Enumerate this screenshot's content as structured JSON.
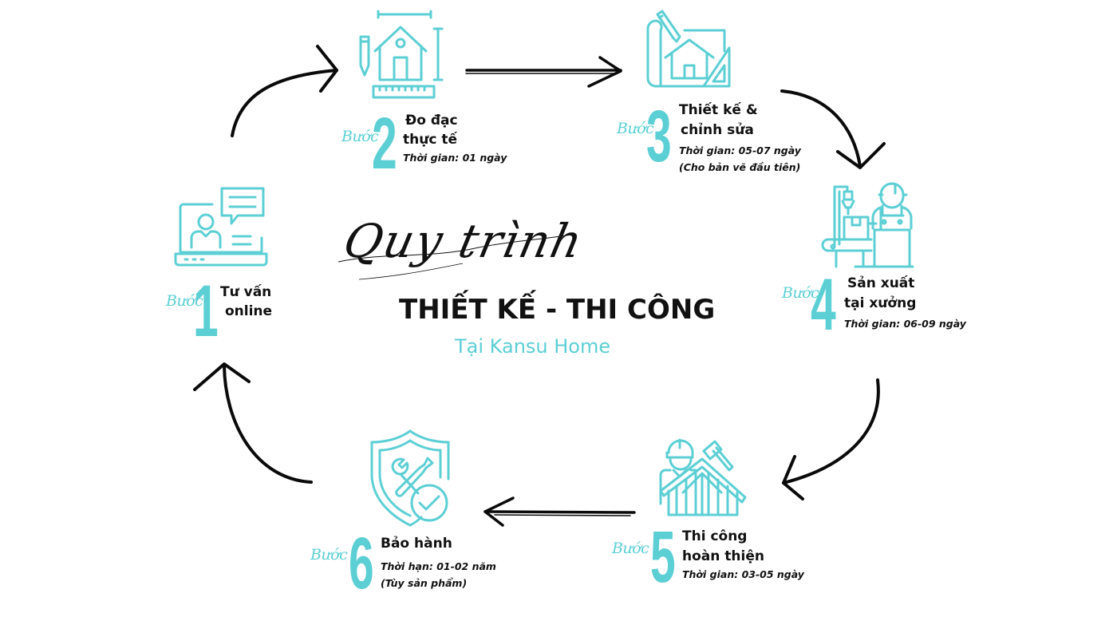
{
  "colors": {
    "accent": "#5ccfd4",
    "text": "#111111",
    "arrow": "#0a0a0a",
    "background": "#ffffff"
  },
  "center": {
    "script_title": "Quy trình",
    "main_title": "THIẾT KẾ - THI CÔNG",
    "subtitle": "Tại Kansu Home"
  },
  "steps": [
    {
      "prefix": "Bước",
      "number": "1",
      "title_lines": [
        "Tư vấn",
        "online"
      ],
      "notes": [],
      "icon": "online-consult-icon"
    },
    {
      "prefix": "Bước",
      "number": "2",
      "title_lines": [
        "Đo đạc",
        "thực tế"
      ],
      "notes": [
        "Thời gian: 01 ngày"
      ],
      "icon": "house-measure-icon"
    },
    {
      "prefix": "Bước",
      "number": "3",
      "title_lines": [
        "Thiết kế &",
        "chỉnh sửa"
      ],
      "notes": [
        "Thời gian: 05-07 ngày",
        "(Cho bản vẽ đầu tiên)"
      ],
      "icon": "blueprint-design-icon"
    },
    {
      "prefix": "Bước",
      "number": "4",
      "title_lines": [
        "Sản xuất",
        "tại xưởng"
      ],
      "notes": [
        "Thời gian: 06-09 ngày"
      ],
      "icon": "factory-worker-icon"
    },
    {
      "prefix": "Bước",
      "number": "5",
      "title_lines": [
        "Thi công",
        "hoàn thiện"
      ],
      "notes": [
        "Thời gian: 03-05 ngày"
      ],
      "icon": "construction-worker-icon"
    },
    {
      "prefix": "Bước",
      "number": "6",
      "title_lines": [
        "Bảo hành"
      ],
      "notes": [
        "Thời hạn: 01-02 năm",
        "(Tùy sản phẩm)"
      ],
      "icon": "warranty-shield-icon"
    }
  ],
  "flow": [
    "1 → 2",
    "2 → 3",
    "3 → 4",
    "4 → 5",
    "5 → 6",
    "6 → 1"
  ]
}
